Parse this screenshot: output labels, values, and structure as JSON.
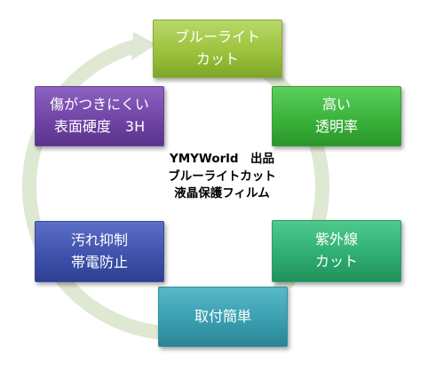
{
  "colors": {
    "ring": "#dfe8d2",
    "top": "#9cc23c",
    "right_top": "#3bb33b",
    "right_bottom": "#2fae73",
    "bottom": "#3a9fb0",
    "left_bottom": "#3f52ac",
    "left_top": "#7045a6"
  },
  "center": {
    "line1": "YMYWorld　出品",
    "line2": "ブルーライトカット",
    "line3": "液晶保護フィルム"
  },
  "features": {
    "top": {
      "line1": "ブルーライト",
      "line2": "カット"
    },
    "right_top": {
      "line1": "高い",
      "line2": "透明率"
    },
    "right_bottom": {
      "line1": "紫外線",
      "line2": "カット"
    },
    "bottom": {
      "line1": "取付簡単"
    },
    "left_bottom": {
      "line1": "汚れ抑制",
      "line2": "帯電防止"
    },
    "left_top": {
      "line1": "傷がつきにくい",
      "line2": "表面硬度　3H"
    }
  }
}
